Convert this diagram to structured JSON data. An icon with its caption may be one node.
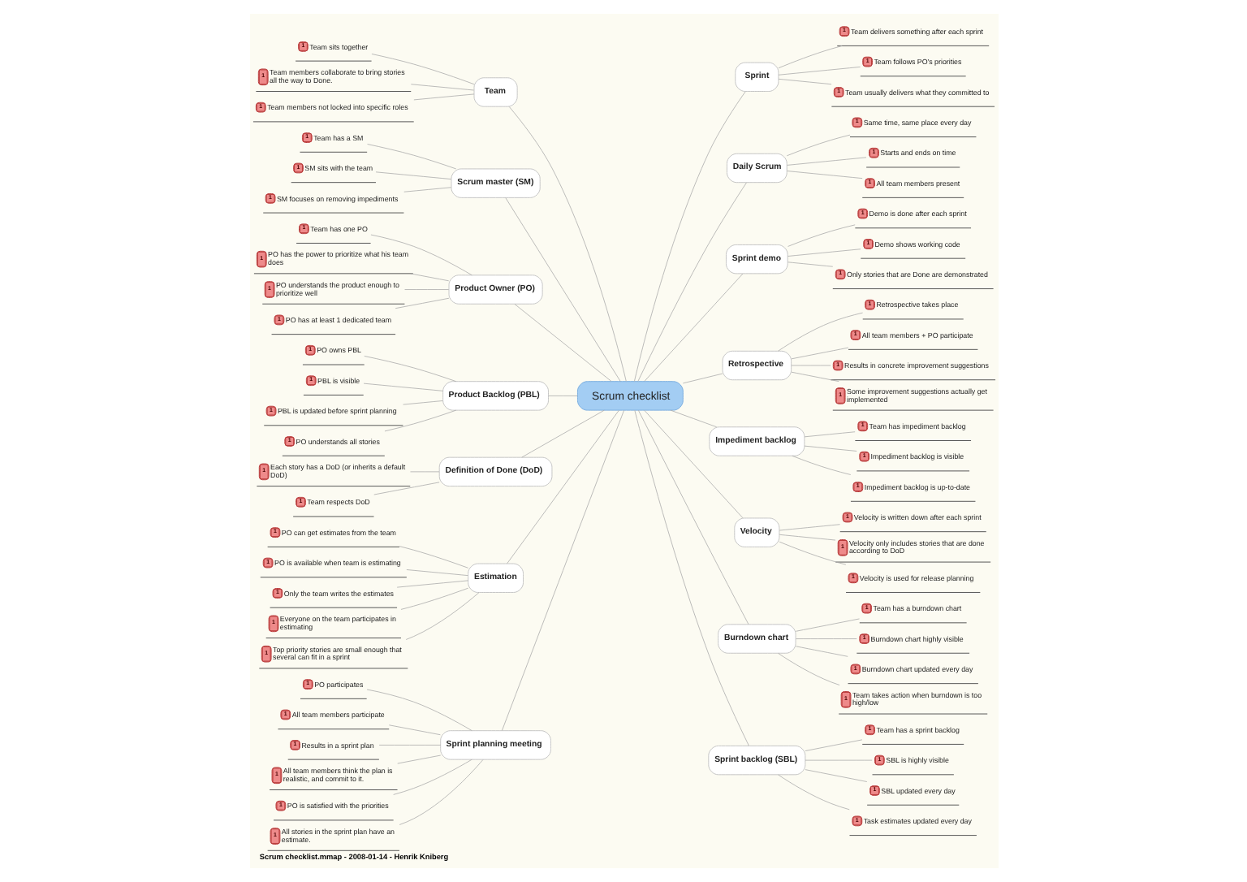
{
  "diagram": {
    "caption": "Scrum checklist.mmap - 2008-01-14 - Henrik Kniberg",
    "nodes": [
      {
        "text": [
          "Scrum checklist"
        ]
      },
      {
        "text": [
          "Team"
        ]
      },
      {
        "text": [
          "1",
          "Team sits together"
        ]
      },
      {
        "text": [
          "1",
          "Team members collaborate to bring stories all the way to Done."
        ]
      },
      {
        "text": [
          "1",
          "Team members not locked into specific roles"
        ]
      },
      {
        "text": [
          "Scrum master (SM)"
        ]
      },
      {
        "text": [
          "1",
          "Team has a SM"
        ]
      },
      {
        "text": [
          "1",
          "SM sits with the team"
        ]
      },
      {
        "text": [
          "1",
          "SM focuses on removing impediments"
        ]
      },
      {
        "text": [
          "Product Owner (PO)"
        ]
      },
      {
        "text": [
          "1",
          "Team has one PO"
        ]
      },
      {
        "text": [
          "1",
          "PO has the power to prioritize what his team does"
        ]
      },
      {
        "text": [
          "1",
          "PO understands the product enough to prioritize well"
        ]
      },
      {
        "text": [
          "1",
          "PO has at least 1 dedicated team"
        ]
      },
      {
        "text": [
          "Product Backlog (PBL)"
        ]
      },
      {
        "text": [
          "1",
          "PO owns PBL"
        ]
      },
      {
        "text": [
          "1",
          "PBL is visible"
        ]
      },
      {
        "text": [
          "1",
          "PBL is updated before sprint planning"
        ]
      },
      {
        "text": [
          "1",
          "PO understands all stories"
        ]
      },
      {
        "text": [
          "Definition of Done (DoD)"
        ]
      },
      {
        "text": [
          "1",
          "Each story has a DoD (or inherits a default DoD)"
        ]
      },
      {
        "text": [
          "1",
          "Team respects DoD"
        ]
      },
      {
        "text": [
          "Estimation"
        ]
      },
      {
        "text": [
          "1",
          "PO can get estimates from the team"
        ]
      },
      {
        "text": [
          "1",
          "PO is available when team is estimating"
        ]
      },
      {
        "text": [
          "1",
          "Only the team writes the estimates"
        ]
      },
      {
        "text": [
          "1",
          "Everyone on the team participates in estimating"
        ]
      },
      {
        "text": [
          "1",
          "Top priority stories are small enough that several can fit in a sprint"
        ]
      },
      {
        "text": [
          "Sprint planning meeting"
        ]
      },
      {
        "text": [
          "1",
          "PO participates"
        ]
      },
      {
        "text": [
          "1",
          "All team members participate"
        ]
      },
      {
        "text": [
          "1",
          "Results in a sprint plan"
        ]
      },
      {
        "text": [
          "1",
          "All team members think the plan is realistic, and commit to it."
        ]
      },
      {
        "text": [
          "1",
          "PO is satisfied with the priorities"
        ]
      },
      {
        "text": [
          "1",
          "All stories in the sprint plan have an estimate."
        ]
      },
      {
        "text": [
          "Sprint"
        ]
      },
      {
        "text": [
          "1",
          "Team delivers something after each sprint"
        ]
      },
      {
        "text": [
          "1",
          "Team follows PO's priorities"
        ]
      },
      {
        "text": [
          "1",
          "Team usually delivers what they committed to"
        ]
      },
      {
        "text": [
          "Daily Scrum"
        ]
      },
      {
        "text": [
          "1",
          "Same time, same place every day"
        ]
      },
      {
        "text": [
          "1",
          "Starts and ends on time"
        ]
      },
      {
        "text": [
          "1",
          "All team members present"
        ]
      },
      {
        "text": [
          "Sprint demo"
        ]
      },
      {
        "text": [
          "1",
          "Demo is done after each sprint"
        ]
      },
      {
        "text": [
          "1",
          "Demo shows working code"
        ]
      },
      {
        "text": [
          "1",
          "Only stories that are Done are demonstrated"
        ]
      },
      {
        "text": [
          "Retrospective"
        ]
      },
      {
        "text": [
          "1",
          "Retrospective takes place"
        ]
      },
      {
        "text": [
          "1",
          "All team members + PO participate"
        ]
      },
      {
        "text": [
          "1",
          "Results in concrete improvement suggestions"
        ]
      },
      {
        "text": [
          "1",
          "Some improvement suggestions actually get implemented"
        ]
      },
      {
        "text": [
          "Impediment backlog"
        ]
      },
      {
        "text": [
          "1",
          "Team has impediment backlog"
        ]
      },
      {
        "text": [
          "1",
          "Impediment backlog is visible"
        ]
      },
      {
        "text": [
          "1",
          "Impediment backlog is up-to-date"
        ]
      },
      {
        "text": [
          "Velocity"
        ]
      },
      {
        "text": [
          "1",
          "Velocity is written down after each sprint"
        ]
      },
      {
        "text": [
          "1",
          "Velocity only includes stories that are done according to DoD"
        ]
      },
      {
        "text": [
          "1",
          "Velocity is used for release planning"
        ]
      },
      {
        "text": [
          "Burndown chart"
        ]
      },
      {
        "text": [
          "1",
          "Team has a burndown chart"
        ]
      },
      {
        "text": [
          "1",
          "Burndown chart highly visible"
        ]
      },
      {
        "text": [
          "1",
          "Burndown chart updated every day"
        ]
      },
      {
        "text": [
          "1",
          "Team takes action when burndown is too high/low"
        ]
      },
      {
        "text": [
          "Sprint backlog (SBL)"
        ]
      },
      {
        "text": [
          "1",
          "Team has a sprint backlog"
        ]
      },
      {
        "text": [
          "1",
          "SBL is highly visible"
        ]
      },
      {
        "text": [
          "1",
          "SBL updated every day"
        ]
      },
      {
        "text": [
          "1",
          "Task estimates updated every day"
        ]
      }
    ],
    "edges": [
      {
        "from": 1,
        "to": 0,
        "arrow": "none"
      },
      {
        "from": 2,
        "to": 1,
        "arrow": "none"
      },
      {
        "from": 3,
        "to": 1,
        "arrow": "none"
      },
      {
        "from": 4,
        "to": 1,
        "arrow": "none"
      },
      {
        "from": 5,
        "to": 0,
        "arrow": "none"
      },
      {
        "from": 6,
        "to": 5,
        "arrow": "none"
      },
      {
        "from": 7,
        "to": 5,
        "arrow": "none"
      },
      {
        "from": 8,
        "to": 5,
        "arrow": "none"
      },
      {
        "from": 9,
        "to": 0,
        "arrow": "none"
      },
      {
        "from": 10,
        "to": 9,
        "arrow": "none"
      },
      {
        "from": 11,
        "to": 9,
        "arrow": "none"
      },
      {
        "from": 12,
        "to": 9,
        "arrow": "none"
      },
      {
        "from": 13,
        "to": 9,
        "arrow": "none"
      },
      {
        "from": 14,
        "to": 0,
        "arrow": "none"
      },
      {
        "from": 15,
        "to": 14,
        "arrow": "none"
      },
      {
        "from": 16,
        "to": 14,
        "arrow": "none"
      },
      {
        "from": 17,
        "to": 14,
        "arrow": "none"
      },
      {
        "from": 18,
        "to": 14,
        "arrow": "none"
      },
      {
        "from": 19,
        "to": 0,
        "arrow": "none"
      },
      {
        "from": 20,
        "to": 19,
        "arrow": "none"
      },
      {
        "from": 21,
        "to": 19,
        "arrow": "none"
      },
      {
        "from": 22,
        "to": 0,
        "arrow": "none"
      },
      {
        "from": 23,
        "to": 22,
        "arrow": "none"
      },
      {
        "from": 24,
        "to": 22,
        "arrow": "none"
      },
      {
        "from": 25,
        "to": 22,
        "arrow": "none"
      },
      {
        "from": 26,
        "to": 22,
        "arrow": "none"
      },
      {
        "from": 27,
        "to": 22,
        "arrow": "none"
      },
      {
        "from": 28,
        "to": 0,
        "arrow": "none"
      },
      {
        "from": 29,
        "to": 28,
        "arrow": "none"
      },
      {
        "from": 30,
        "to": 28,
        "arrow": "none"
      },
      {
        "from": 31,
        "to": 28,
        "arrow": "none"
      },
      {
        "from": 32,
        "to": 28,
        "arrow": "none"
      },
      {
        "from": 33,
        "to": 28,
        "arrow": "none"
      },
      {
        "from": 34,
        "to": 28,
        "arrow": "none"
      },
      {
        "from": 0,
        "to": 35,
        "arrow": "none"
      },
      {
        "from": 35,
        "to": 36,
        "arrow": "none"
      },
      {
        "from": 35,
        "to": 37,
        "arrow": "none"
      },
      {
        "from": 35,
        "to": 38,
        "arrow": "none"
      },
      {
        "from": 0,
        "to": 39,
        "arrow": "none"
      },
      {
        "from": 39,
        "to": 40,
        "arrow": "none"
      },
      {
        "from": 39,
        "to": 41,
        "arrow": "none"
      },
      {
        "from": 39,
        "to": 42,
        "arrow": "none"
      },
      {
        "from": 0,
        "to": 43,
        "arrow": "none"
      },
      {
        "from": 43,
        "to": 44,
        "arrow": "none"
      },
      {
        "from": 43,
        "to": 45,
        "arrow": "none"
      },
      {
        "from": 43,
        "to": 46,
        "arrow": "none"
      },
      {
        "from": 0,
        "to": 47,
        "arrow": "none"
      },
      {
        "from": 47,
        "to": 48,
        "arrow": "none"
      },
      {
        "from": 47,
        "to": 49,
        "arrow": "none"
      },
      {
        "from": 47,
        "to": 50,
        "arrow": "none"
      },
      {
        "from": 47,
        "to": 51,
        "arrow": "none"
      },
      {
        "from": 0,
        "to": 52,
        "arrow": "none"
      },
      {
        "from": 52,
        "to": 53,
        "arrow": "none"
      },
      {
        "from": 52,
        "to": 54,
        "arrow": "none"
      },
      {
        "from": 52,
        "to": 55,
        "arrow": "none"
      },
      {
        "from": 0,
        "to": 56,
        "arrow": "none"
      },
      {
        "from": 56,
        "to": 57,
        "arrow": "none"
      },
      {
        "from": 56,
        "to": 58,
        "arrow": "none"
      },
      {
        "from": 56,
        "to": 59,
        "arrow": "none"
      },
      {
        "from": 0,
        "to": 60,
        "arrow": "none"
      },
      {
        "from": 60,
        "to": 61,
        "arrow": "none"
      },
      {
        "from": 60,
        "to": 62,
        "arrow": "none"
      },
      {
        "from": 60,
        "to": 63,
        "arrow": "none"
      },
      {
        "from": 60,
        "to": 64,
        "arrow": "none"
      },
      {
        "from": 0,
        "to": 65,
        "arrow": "none"
      },
      {
        "from": 65,
        "to": 66,
        "arrow": "none"
      },
      {
        "from": 65,
        "to": 67,
        "arrow": "none"
      },
      {
        "from": 65,
        "to": 68,
        "arrow": "none"
      },
      {
        "from": 65,
        "to": 69,
        "arrow": "none"
      }
    ]
  }
}
